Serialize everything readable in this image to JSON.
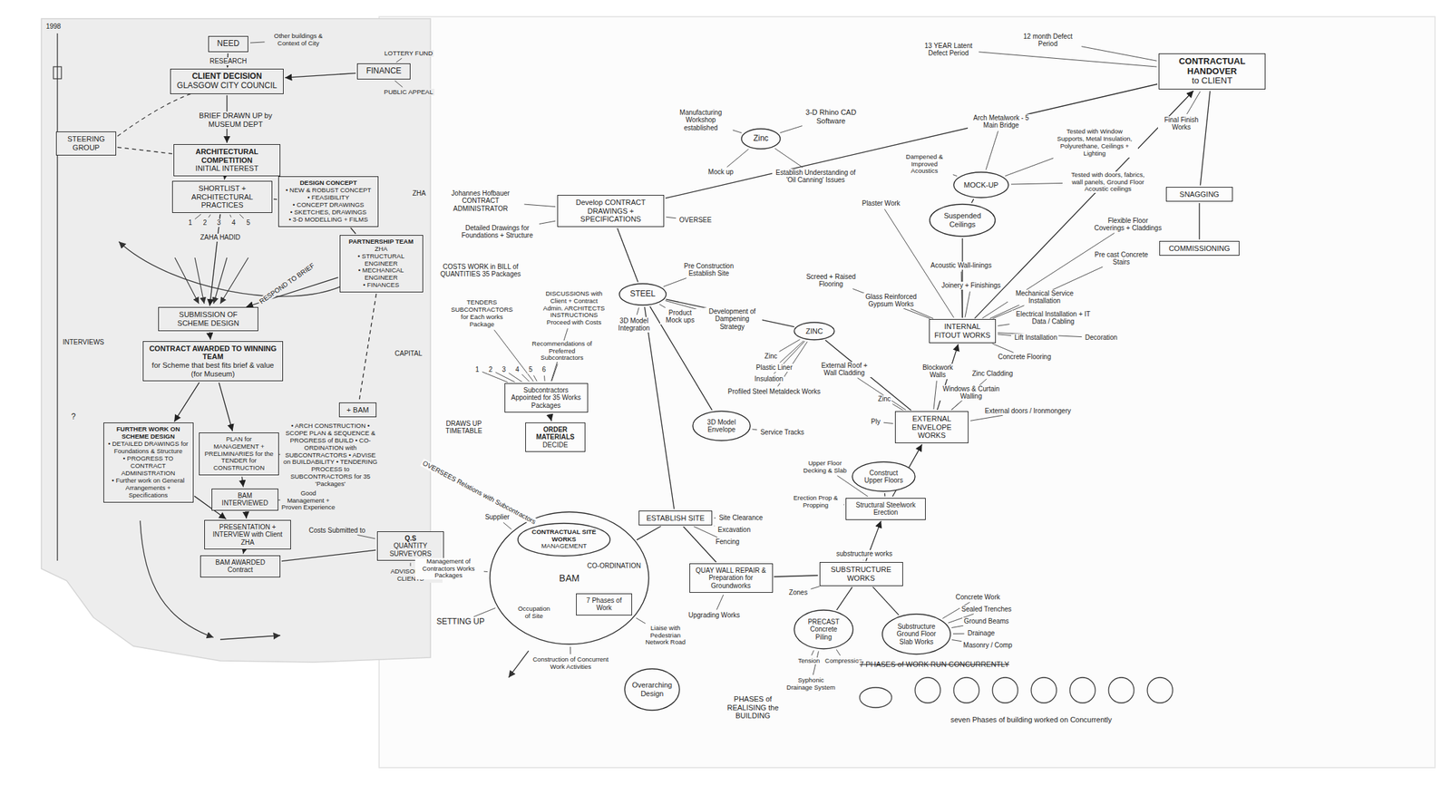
{
  "diagram": {
    "nodes": [
      {
        "text": [
          "NEED"
        ]
      },
      {
        "text": [
          "CLIENT DECISION",
          "GLASGOW CITY COUNCIL"
        ]
      },
      {
        "text": [
          "FINANCE"
        ]
      },
      {
        "text": [
          "STEERING GROUP"
        ]
      },
      {
        "text": [
          "ARCHITECTURAL COMPETITION",
          "INITIAL INTEREST"
        ]
      },
      {
        "text": [
          "SHORTLIST + ARCHITECTURAL PRACTICES"
        ]
      },
      {
        "text": [
          "DESIGN CONCEPT",
          "• NEW & ROBUST CONCEPT",
          "• FEASIBILITY",
          "• CONCEPT DRAWINGS",
          "• SKETCHES, DRAWINGS",
          "• 3-D MODELLING + FILMS"
        ]
      },
      {
        "text": [
          "PARTNERSHIP TEAM",
          "ZHA",
          "• STRUCTURAL ENGINEER",
          "• MECHANICAL ENGINEER",
          "• FINANCES"
        ]
      },
      {
        "text": [
          "SUBMISSION OF SCHEME DESIGN"
        ]
      },
      {
        "text": [
          "CONTRACT AWARDED TO WINNING TEAM",
          "for Scheme that best fits brief & value (for Museum)"
        ]
      },
      {
        "text": [
          "+ BAM"
        ]
      },
      {
        "text": [
          "FURTHER WORK ON SCHEME DESIGN",
          "• DETAILED DRAWINGS for Foundations & Structure",
          "• PROGRESS TO CONTRACT ADMINISTRATION",
          "• Further work on General Arrangements + Specifications"
        ]
      },
      {
        "text": [
          "PLAN for MANAGEMENT + PRELIMINARIES for the TENDER for CONSTRUCTION"
        ]
      },
      {
        "text": [
          "BAM INTERVIEWED"
        ]
      },
      {
        "text": [
          "PRESENTATION + INTERVIEW with Client ZHA"
        ]
      },
      {
        "text": [
          "BAM AWARDED Contract"
        ]
      },
      {
        "text": [
          "Q.S",
          "QUANTITY SURVEYORS"
        ]
      },
      {
        "text": [
          "Zinc"
        ]
      },
      {
        "text": [
          "MOCK-UP"
        ]
      },
      {
        "text": [
          "CONTRACTUAL HANDOVER",
          "to CLIENT"
        ]
      },
      {
        "text": [
          "Develop CONTRACT DRAWINGS + SPECIFICATIONS"
        ]
      },
      {
        "text": [
          "Suspended Ceilings"
        ]
      },
      {
        "text": [
          "SNAGGING"
        ]
      },
      {
        "text": [
          "COMMISSIONING"
        ]
      },
      {
        "text": [
          "STEEL"
        ]
      },
      {
        "text": [
          "INTERNAL FITOUT WORKS"
        ]
      },
      {
        "text": [
          "ZINC"
        ]
      },
      {
        "text": [
          "Subcontractors Appointed for 35 Works Packages"
        ]
      },
      {
        "text": [
          "ORDER MATERIALS",
          "DECIDE"
        ]
      },
      {
        "text": [
          "3D Model Envelope"
        ]
      },
      {
        "text": [
          "EXTERNAL ENVELOPE WORKS"
        ]
      },
      {
        "text": [
          "Construct Upper Floors"
        ]
      },
      {
        "text": [
          "Structural Steelwork Erection"
        ]
      },
      {
        "text": [
          "ESTABLISH SITE"
        ]
      },
      {
        "text": [
          "BAM"
        ]
      },
      {
        "text": [
          "CONTRACTUAL SITE WORKS",
          "MANAGEMENT"
        ],
        "in": 34
      },
      {
        "text": [
          "7 Phases of Work"
        ],
        "in": 34
      },
      {
        "text": [
          "QUAY WALL REPAIR & Preparation for Groundworks"
        ]
      },
      {
        "text": [
          "SUBSTRUCTURE WORKS"
        ]
      },
      {
        "text": [
          "PRECAST Concrete Piling"
        ]
      },
      {
        "text": [
          "Substructure Ground Floor Slab Works"
        ]
      },
      {
        "text": [
          "Overarching Design"
        ]
      }
    ],
    "edges": [
      {
        "from": 0,
        "to": 1,
        "arrow": "to"
      },
      {
        "from": 2,
        "to": 1,
        "arrow": "to"
      },
      {
        "from": 1,
        "to": 4,
        "arrow": "to"
      },
      {
        "from": 3,
        "to": 4,
        "arrow": "none"
      },
      {
        "from": 4,
        "to": 5,
        "arrow": "to"
      },
      {
        "from": 5,
        "to": 6,
        "arrow": "none"
      },
      {
        "from": 6,
        "to": 7,
        "arrow": "none"
      },
      {
        "from": 7,
        "to": 8,
        "arrow": "to"
      },
      {
        "from": 5,
        "to": 8,
        "arrow": "to"
      },
      {
        "from": 8,
        "to": 9,
        "arrow": "to"
      },
      {
        "from": 9,
        "to": 11,
        "arrow": "to"
      },
      {
        "from": 9,
        "to": 12,
        "arrow": "to"
      },
      {
        "from": 7,
        "to": 10,
        "arrow": "none"
      },
      {
        "from": 12,
        "to": 13,
        "arrow": "to"
      },
      {
        "from": 13,
        "to": 14,
        "arrow": "to"
      },
      {
        "from": 11,
        "to": 14,
        "arrow": "to"
      },
      {
        "from": 14,
        "to": 15,
        "arrow": "to"
      },
      {
        "from": 16,
        "to": 15,
        "arrow": "none"
      },
      {
        "from": 20,
        "to": 24,
        "arrow": "none"
      },
      {
        "from": 20,
        "to": 19,
        "arrow": "none"
      },
      {
        "from": 19,
        "to": 22,
        "arrow": "none"
      },
      {
        "from": 22,
        "to": 23,
        "arrow": "none"
      },
      {
        "from": 24,
        "to": 33,
        "arrow": "none"
      },
      {
        "from": 24,
        "to": 26,
        "arrow": "none"
      },
      {
        "from": 24,
        "to": 29,
        "arrow": "none"
      },
      {
        "from": 27,
        "to": 28,
        "arrow": "to"
      },
      {
        "from": 33,
        "to": 34,
        "arrow": "none"
      },
      {
        "from": 33,
        "to": 37,
        "arrow": "none"
      },
      {
        "from": 37,
        "to": 38,
        "arrow": "none"
      },
      {
        "from": 38,
        "to": 32,
        "arrow": "to"
      },
      {
        "from": 38,
        "to": 39,
        "arrow": "none"
      },
      {
        "from": 38,
        "to": 40,
        "arrow": "none"
      },
      {
        "from": 31,
        "to": 32,
        "arrow": "none"
      },
      {
        "from": 32,
        "to": 30,
        "arrow": "to"
      },
      {
        "from": 30,
        "to": 25,
        "arrow": "to"
      },
      {
        "from": 25,
        "to": 21,
        "arrow": "none"
      },
      {
        "from": 21,
        "to": 18,
        "arrow": "none"
      },
      {
        "from": 25,
        "to": 19,
        "arrow": "to"
      },
      {
        "from": 26,
        "to": 30,
        "arrow": "none"
      }
    ],
    "labels": [
      "1998",
      "RESEARCH",
      "Other buildings & Context of City",
      "LOTTERY FUND",
      "PUBLIC APPEAL",
      "BRIEF DRAWN UP by MUSEUM DEPT",
      "1",
      "2",
      "3",
      "4",
      "5",
      "ZAHA HADID",
      "ZHA",
      "RESPOND TO BRIEF",
      "INTERVIEWS",
      "CAPITAL",
      "?",
      "• ARCH CONSTRUCTION • SCOPE PLAN & SEQUENCE & PROGRESS of BUILD • CO-ORDINATION with SUBCONTRACTORS • ADVISE on BUILDABILITY • TENDERING PROCESS to SUBCONTRACTORS for 35 'Packages'",
      "Good Management + Proven Experience",
      "Costs Submitted to",
      "ADVISORS to CLIENTS",
      "13 YEAR Latent Defect Period",
      "12 month Defect Period",
      "Final Finish Works",
      "Manufacturing Workshop established",
      "3-D Rhino CAD Software",
      "Mock up",
      "Establish Understanding of 'Oil Canning' Issues",
      "Arch Metalwork - 5 Main Bridge",
      "Dampened & Improved Acoustics",
      "Tested with Window Supports, Metal Insulation, Polyurethane, Ceilings + Lighting",
      "Tested with doors, fabrics, wall panels, Ground Floor Acoustic ceilings",
      "Flexible Floor Coverings + Claddings",
      "Pre cast Concrete Stairs",
      "Plaster Work",
      "Acoustic Wall-linings",
      "Joinery + Finishings",
      "Glass Reinforced Gypsum Works",
      "Screed + Raised Flooring",
      "Mechanical Service Installation",
      "Electrical Installation + IT Data / Cabling",
      "Lift Installation",
      "Decoration",
      "Concrete Flooring",
      "Blockwork Walls",
      "Zinc Cladding",
      "Windows & Curtain Walling",
      "External doors / Ironmongery",
      "Zinc",
      "Ply",
      "External Roof + Wall Cladding",
      "Zinc",
      "Plastic Liner",
      "Insulation",
      "Profiled Steel Metaldeck Works",
      "Development of Dampening Strategy",
      "Product Mock ups",
      "3D Model Integration",
      "Pre Construction Establish Site",
      "OVERSEE",
      "Johannes Hofbauer CONTRACT ADMINISTRATOR",
      "Detailed Drawings for Foundations + Structure",
      "COSTS WORK in BILL of QUANTITIES 35 Packages",
      "DISCUSSIONS with Client + Contract Admin. ARCHITECTS INSTRUCTIONS Proceed with Costs",
      "TENDERS SUBCONTRACTORS for Each works Package",
      "Recommendations of Preferred Subcontractors",
      "1",
      "2",
      "3",
      "4",
      "5",
      "6",
      "DRAWS UP TIMETABLE",
      "OVERSEES Relations with Subcontractors",
      "Service Tracks",
      "Site Clearance",
      "Excavation",
      "Fencing",
      "Upgrading Works",
      "Liaise with Pedestrian Network Road",
      "Construction of Concurrent Work Activities",
      "Occupation of Site",
      "Management of Contractors Works Packages",
      "Supplier",
      "CO-ORDINATION",
      "SETTING UP",
      "Upper Floor Decking & Slab",
      "Erection Prop & Propping",
      "Zones",
      "substructure works",
      "Tension",
      "Compression",
      "Concrete Work",
      "Sealed Trenches",
      "Ground Beams",
      "Drainage",
      "Masonry / Comp",
      "Syphonic Drainage System",
      "PHASES of REALISING the BUILDING",
      "7 PHASES of WORK RUN CONCURRENTLY",
      "seven Phases of building worked on Concurrently"
    ]
  }
}
